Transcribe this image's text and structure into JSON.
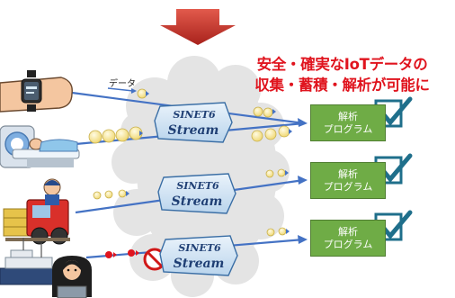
{
  "headline": {
    "line1": "安全・確実なIoTデータの",
    "line2": "収集・蓄積・解析が可能に"
  },
  "data_label": "データ",
  "stream_logo": {
    "top_text": "SINET6",
    "bottom_text": "Stream"
  },
  "programs": [
    {
      "line1": "解析",
      "line2": "プログラム"
    },
    {
      "line1": "解析",
      "line2": "プログラム"
    },
    {
      "line1": "解析",
      "line2": "プログラム"
    }
  ],
  "colors": {
    "headline": "#e0141e",
    "arrow_red": "#c8312b",
    "flow_line": "#4472c4",
    "data_dot": "#f7e08a",
    "blocked_dot": "#e0141e",
    "program_box": "#6fac46",
    "check": "#1f6f8b",
    "cloud": "#e2e2e2"
  }
}
